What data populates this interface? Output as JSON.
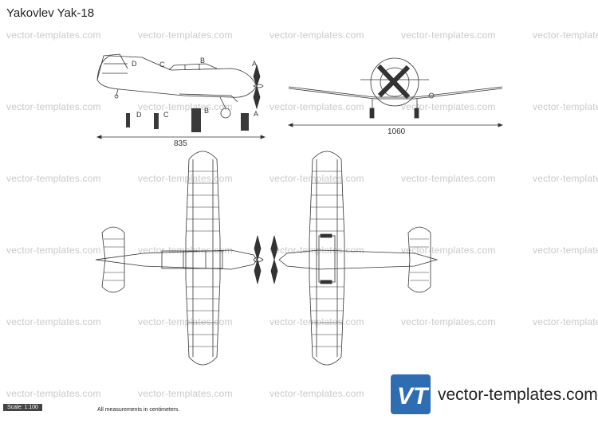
{
  "title": "Yakovlev Yak-18",
  "watermark": "vector-templates.com",
  "views": {
    "side": {
      "dimension": "835",
      "labels": [
        "A",
        "B",
        "C",
        "D"
      ]
    },
    "front": {
      "dimension": "1060"
    }
  },
  "footer": {
    "scale": "Scale: 1:100",
    "note": "All measurements in centimeters.",
    "brand": "vector-templates.com",
    "logo_letters": "VT"
  },
  "colors": {
    "logo_blue": "#2f6db2",
    "watermark": "#c9c9c9"
  }
}
